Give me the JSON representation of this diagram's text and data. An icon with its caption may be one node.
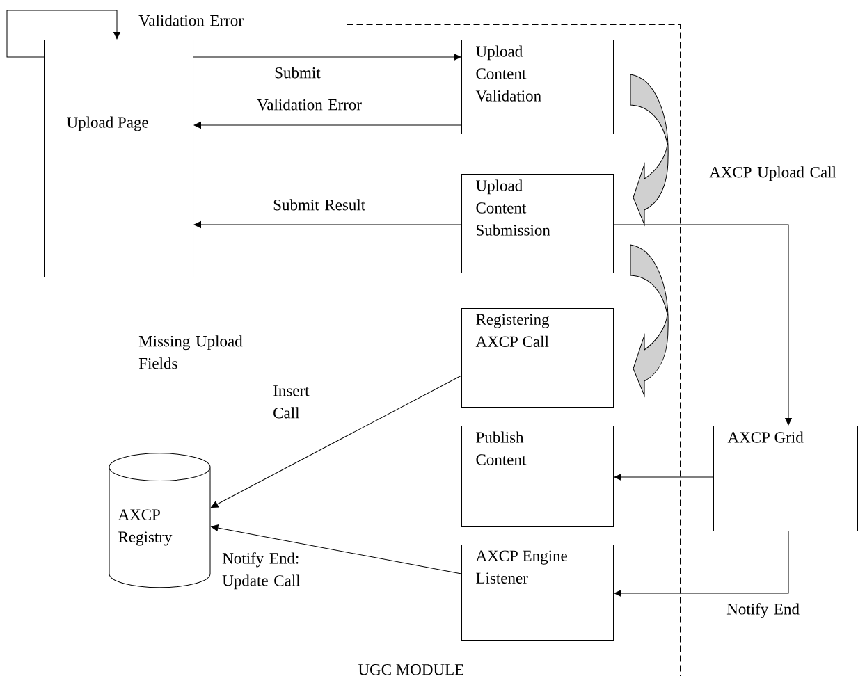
{
  "diagram": {
    "nodes": [
      {
        "text": [
          "Upload Page"
        ]
      },
      {
        "text": [
          "UGC MODULE"
        ]
      },
      {
        "text": [
          "Upload Content Validation"
        ],
        "in": 1
      },
      {
        "text": [
          "Upload Content Submission"
        ],
        "in": 1
      },
      {
        "text": [
          "Registering AXCP Call"
        ],
        "in": 1
      },
      {
        "text": [
          "Publish Content"
        ],
        "in": 1
      },
      {
        "text": [
          "AXCP Engine Listener"
        ],
        "in": 1
      },
      {
        "text": [
          "AXCP Grid"
        ]
      },
      {
        "text": [
          "AXCP Registry"
        ]
      }
    ],
    "edges": [
      {
        "from": 0,
        "to": 0,
        "arrow": "to",
        "label": "Validation Error"
      },
      {
        "from": 0,
        "to": 2,
        "arrow": "to",
        "label": "Submit"
      },
      {
        "from": 2,
        "to": 0,
        "arrow": "to",
        "label": "Validation Error"
      },
      {
        "from": 3,
        "to": 0,
        "arrow": "to",
        "label": "Submit Result"
      },
      {
        "from": 3,
        "to": 7,
        "arrow": "to",
        "label": "AXCP Upload Call"
      },
      {
        "from": 4,
        "to": 8,
        "arrow": "to",
        "label": "Insert Call"
      },
      {
        "from": 7,
        "to": 5,
        "arrow": "to"
      },
      {
        "from": 7,
        "to": 6,
        "arrow": "to",
        "label": "Notify End"
      },
      {
        "from": 6,
        "to": 8,
        "arrow": "to",
        "label": "Notify End: Update Call"
      },
      {
        "from": 2,
        "to": 3,
        "arrow": "to",
        "style": "thick"
      },
      {
        "from": 3,
        "to": 4,
        "arrow": "to",
        "style": "thick"
      }
    ],
    "labels": [
      "Missing Upload Fields"
    ]
  }
}
